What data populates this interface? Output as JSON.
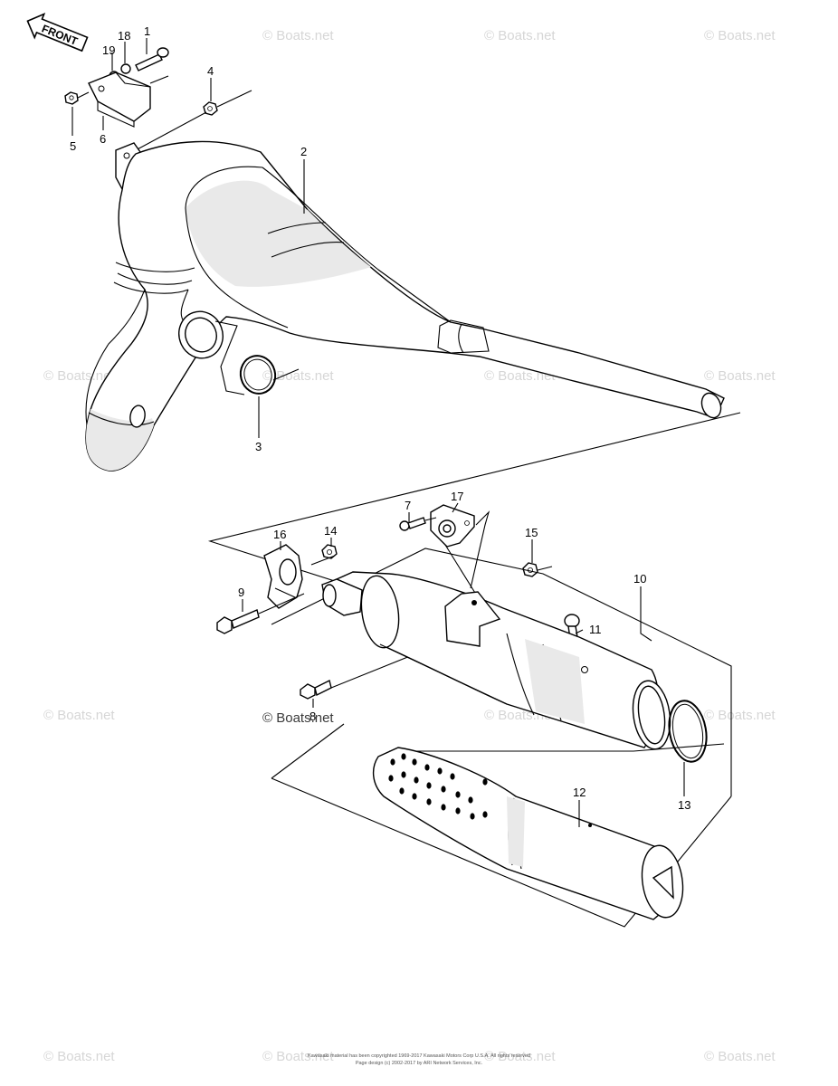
{
  "front_arrow": {
    "label": "FRONT"
  },
  "callouts": [
    {
      "id": "c1",
      "text": "1"
    },
    {
      "id": "c18",
      "text": "18"
    },
    {
      "id": "c19",
      "text": "19"
    },
    {
      "id": "c4",
      "text": "4"
    },
    {
      "id": "c5",
      "text": "5"
    },
    {
      "id": "c6",
      "text": "6"
    },
    {
      "id": "c2",
      "text": "2"
    },
    {
      "id": "c3",
      "text": "3"
    },
    {
      "id": "c7",
      "text": "7"
    },
    {
      "id": "c17",
      "text": "17"
    },
    {
      "id": "c16",
      "text": "16"
    },
    {
      "id": "c14",
      "text": "14"
    },
    {
      "id": "c15",
      "text": "15"
    },
    {
      "id": "c10",
      "text": "10"
    },
    {
      "id": "c9",
      "text": "9"
    },
    {
      "id": "c11",
      "text": "11"
    },
    {
      "id": "c8",
      "text": "8"
    },
    {
      "id": "c13",
      "text": "13"
    },
    {
      "id": "c12",
      "text": "12"
    }
  ],
  "watermark": {
    "text": "© Boats.net"
  },
  "footer": {
    "line1": "Kawasaki material has been copyrighted 1969-2017 Kawasaki Motors Corp U.S.A. All rights reserved",
    "line2": "Page design (c) 2002-2017 by ARI Network Services, Inc."
  }
}
